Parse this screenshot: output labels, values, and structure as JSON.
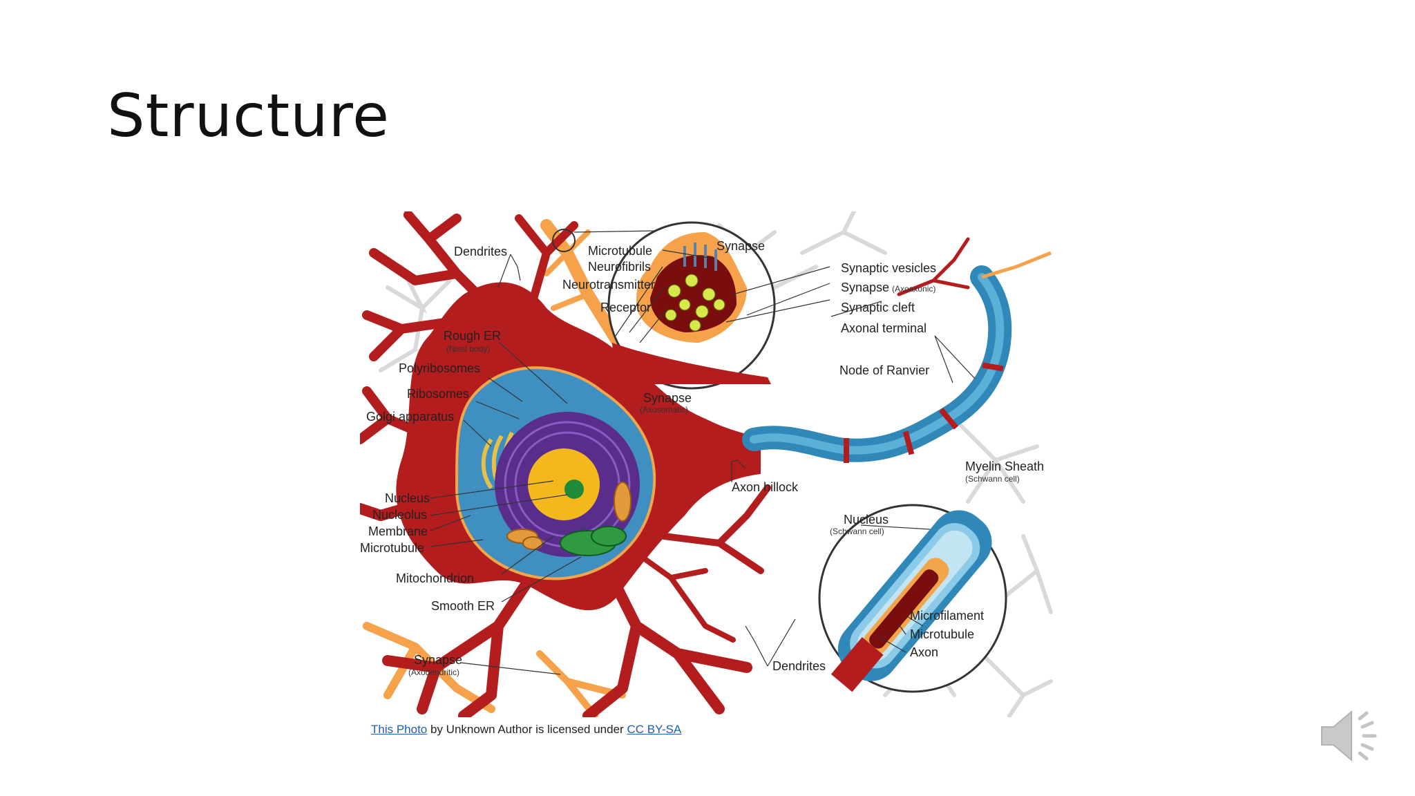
{
  "slide": {
    "title": "Structure"
  },
  "diagram": {
    "labels": {
      "dendrites_top": "Dendrites",
      "microtubule_top": "Microtubule",
      "neurofibrils": "Neurofibrils",
      "neurotransmitter": "Neurotransmitter",
      "receptor": "Receptor",
      "synapse_top": "Synapse",
      "synaptic_vesicles": "Synaptic vesicles",
      "synapse_axoaxonic": "Synapse",
      "synapse_axoaxonic_sub": "(Axoaxonic)",
      "synaptic_cleft": "Synaptic cleft",
      "axonal_terminal": "Axonal terminal",
      "node_of_ranvier": "Node of Ranvier",
      "rough_er": "Rough ER",
      "rough_er_sub": "(Nissl body)",
      "polyribosomes": "Polyribosomes",
      "ribosomes": "Ribosomes",
      "golgi": "Golgi apparatus",
      "synapse_axosomatic": "Synapse",
      "synapse_axosomatic_sub": "(Axosomatic)",
      "myelin_sheath": "Myelin Sheath",
      "myelin_sheath_sub": "(Schwann cell)",
      "axon_hillock": "Axon hillock",
      "nucleus": "Nucleus",
      "nucleolus": "Nucleolus",
      "membrane": "Membrane",
      "microtubule_left": "Microtubule",
      "nucleus_schwann": "Nucleus",
      "nucleus_schwann_sub": "(Schwann cell)",
      "mitochondrion": "Mitochondrion",
      "smooth_er": "Smooth ER",
      "microfilament": "Microfilament",
      "microtubule_right": "Microtubule",
      "axon": "Axon",
      "synapse_axodendritic": "Synapse",
      "synapse_axodendritic_sub": "(Axodendritic)",
      "dendrites_bottom": "Dendrites"
    }
  },
  "credit": {
    "link1": "This Photo",
    "middle": " by Unknown Author is licensed under ",
    "link2": "CC BY-SA"
  },
  "icons": {
    "speaker": "speaker-icon"
  },
  "colors": {
    "cell_red": "#b31d1d",
    "cytoplasm_blue": "#3f8fc0",
    "nucleus_purple": "#5a2d8c",
    "nucleus_yellow": "#f2b81c",
    "dendrite_orange": "#f5a24a",
    "myelin_blue": "#2f88b8"
  }
}
